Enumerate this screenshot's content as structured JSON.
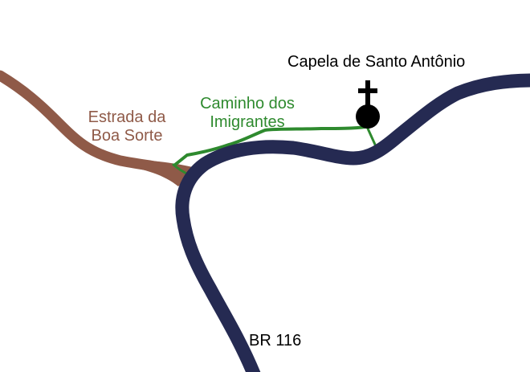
{
  "map": {
    "colors": {
      "background": "#ffffff",
      "highway": "#252a52",
      "estrada": "#8f5a48",
      "caminho": "#2e8a2e",
      "chapel": "#000000",
      "text": "#000000"
    },
    "labels": {
      "chapel": "Capela de Santo Antônio",
      "estrada_line1": "Estrada da",
      "estrada_line2": "Boa Sorte",
      "caminho_line1": "Caminho dos",
      "caminho_line2": "Imigrantes",
      "highway": "BR 116"
    },
    "icons": {
      "chapel": "chapel-cross-icon"
    }
  }
}
